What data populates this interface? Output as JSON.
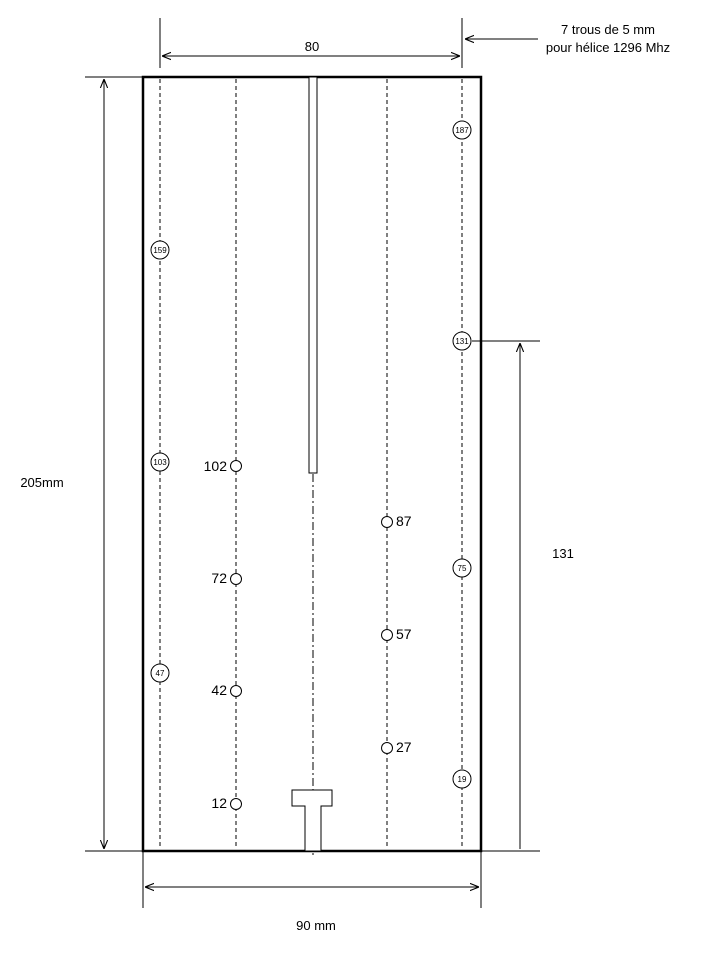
{
  "dimensions": {
    "top_width": "80",
    "note_line1": "7 trous de 5 mm",
    "note_line2": "pour hélice 1296 Mhz",
    "height": "205mm",
    "right_height": "131",
    "bottom_width": "90 mm"
  },
  "holes_large": [
    {
      "label": "187"
    },
    {
      "label": "159"
    },
    {
      "label": "131"
    },
    {
      "label": "103"
    },
    {
      "label": "75"
    },
    {
      "label": "47"
    },
    {
      "label": "19"
    }
  ],
  "holes_left": [
    {
      "label": "102"
    },
    {
      "label": "72"
    },
    {
      "label": "42"
    },
    {
      "label": "12"
    }
  ],
  "holes_right": [
    {
      "label": "87"
    },
    {
      "label": "57"
    },
    {
      "label": "27"
    }
  ]
}
